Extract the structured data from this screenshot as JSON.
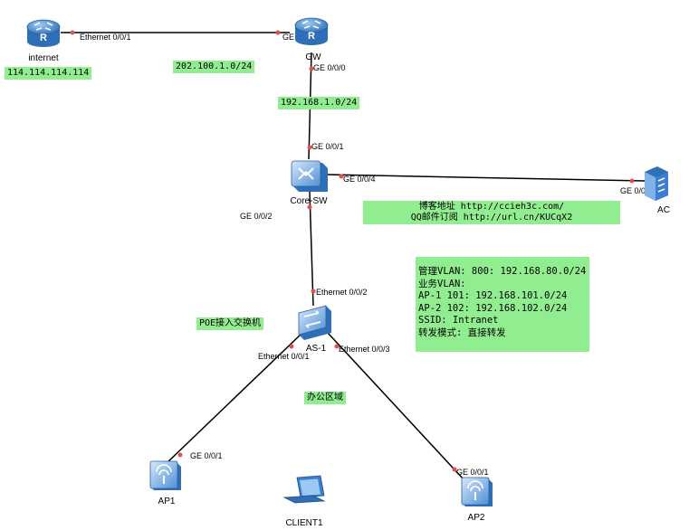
{
  "colors": {
    "label_bg": "#90ee90",
    "link": "#000000",
    "port_dot": "#e05050",
    "device_blue": "#3a7fd0"
  },
  "devices": {
    "internet": {
      "name": "internet",
      "icon": "router-icon"
    },
    "gw": {
      "name": "GW",
      "icon": "router-icon"
    },
    "core_sw": {
      "name": "Core-SW",
      "icon": "l3-switch-icon"
    },
    "ac": {
      "name": "AC",
      "icon": "access-controller-icon"
    },
    "as1": {
      "name": "AS-1",
      "icon": "switch-icon"
    },
    "ap1": {
      "name": "AP1",
      "icon": "access-point-icon"
    },
    "ap2": {
      "name": "AP2",
      "icon": "access-point-icon"
    },
    "client1": {
      "name": "CLIENT1",
      "icon": "laptop-icon"
    }
  },
  "ports": {
    "internet_eth": "Ethernet 0/0/1",
    "gw_ge001": "GE 0/0/1",
    "gw_ge000": "GE 0/0/0",
    "core_ge001": "GE 0/0/1",
    "core_ge004": "GE 0/0/4",
    "ac_ge004": "GE 0/0/4",
    "core_ge002": "GE 0/0/2",
    "as1_eth002": "Ethernet 0/0/2",
    "as1_eth001": "Ethernet 0/0/1",
    "as1_eth003": "Ethernet 0/0/3",
    "ap1_ge001": "GE 0/0/1",
    "ap2_ge001": "GE 0/0/1"
  },
  "notes": {
    "internet_ip": "114.114.114.114",
    "wan_net": "202.100.1.0/24",
    "lan_net": "192.168.1.0/24",
    "blog": [
      "博客地址 http://ccieh3c.com/",
      "QQ邮件订阅 http://url.cn/KUCqX2"
    ],
    "poe_switch": "POE接入交换机",
    "office_area": "办公区域",
    "vlan_info": [
      "管理VLAN: 800: 192.168.80.0/24",
      "业务VLAN:",
      "AP-1  101: 192.168.101.0/24",
      "AP-2  102: 192.168.102.0/24",
      "SSID: Intranet",
      "转发模式: 直接转发"
    ]
  }
}
